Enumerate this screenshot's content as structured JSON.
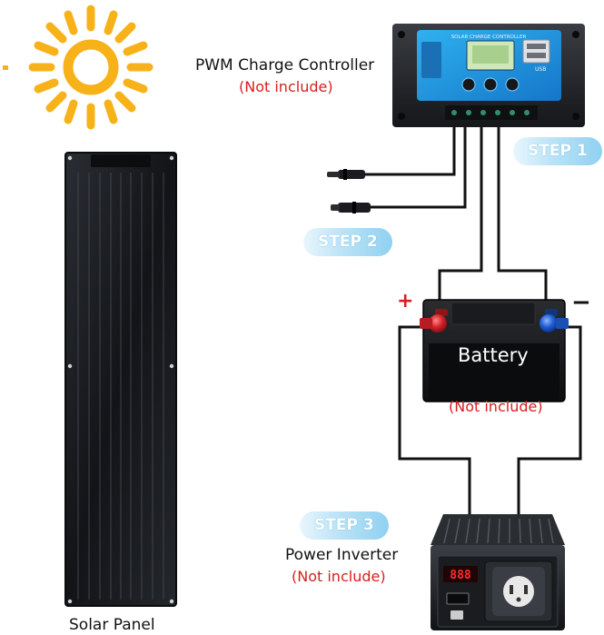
{
  "components": {
    "controller": {
      "name": "PWM Charge Controller",
      "note": "(Not include)",
      "device_text": "SOLAR CHARGE CONTROLLER",
      "usb_text": "USB"
    },
    "battery": {
      "name": "Battery",
      "note": "(Not include)",
      "plus": "+",
      "minus": "−"
    },
    "inverter": {
      "name": "Power Inverter",
      "note": "(Not include)",
      "display_text": "888"
    },
    "panel": {
      "name": "Solar Panel"
    }
  },
  "steps": {
    "step1": "STEP 1",
    "step2": "STEP 2",
    "step3": "STEP 3"
  },
  "colors": {
    "sun": "#f7b21a",
    "note_red": "#d62020",
    "step_blue": "#8fd1f1",
    "wire": "#111111",
    "panel": "#17191d",
    "terminal_plus": "#d8232a",
    "terminal_minus": "#1f5fd6",
    "controller_face": "#1e9be0"
  }
}
